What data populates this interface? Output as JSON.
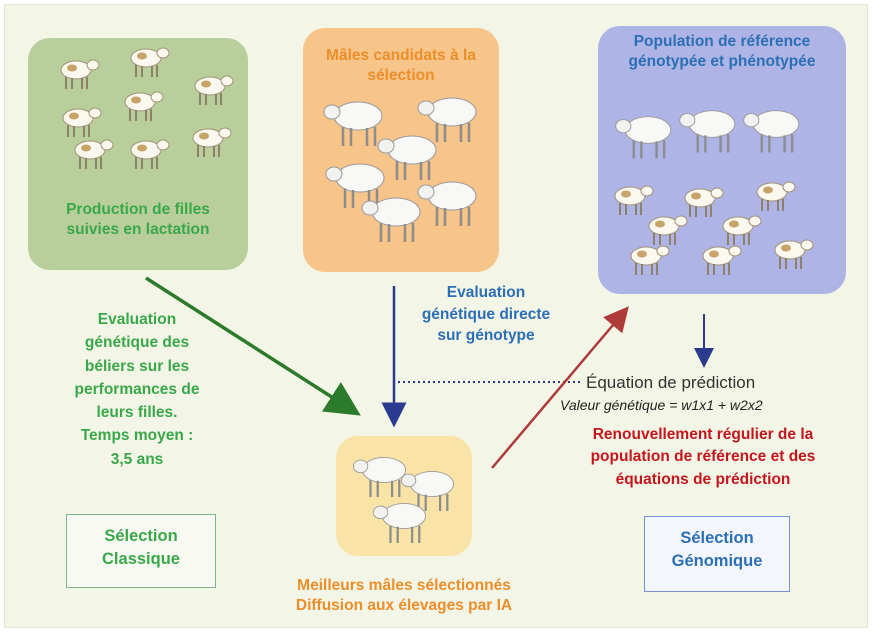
{
  "boxes": {
    "classic_daughters": "Production de filles suivies en lactation",
    "candidates": "Mâles candidats à la sélection",
    "reference_population": "Population de référence génotypée et phénotypée",
    "best_males": "Meilleurs mâles sélectionnés Diffusion aux élevages par IA"
  },
  "annotations": {
    "classic_evaluation": [
      "Evaluation",
      "génétique des",
      "béliers sur les",
      "performances de",
      "leurs filles."
    ],
    "time_label": "Temps moyen :",
    "time_value": "3,5 ans",
    "genomic_evaluation": [
      "Evaluation",
      "génétique directe",
      "sur génotype"
    ],
    "prediction_title": "Équation de prédiction",
    "prediction_formula": "Valeur génétique = w1x1 + w2x2",
    "renewal": [
      "Renouvellement régulier de la",
      "population de référence et des",
      "équations de prédiction"
    ]
  },
  "labels": {
    "classic": [
      "Sélection",
      "Classique"
    ],
    "genomic": [
      "Sélection",
      "Génomique"
    ]
  },
  "colors": {
    "green": "#3aa84a",
    "orange": "#ec8e2a",
    "blue": "#2d6fb4",
    "red": "#c4161c",
    "navy": "#2b3b8f"
  },
  "icons": [
    "cow-icon",
    "sheep-icon",
    "ewe-icon"
  ]
}
